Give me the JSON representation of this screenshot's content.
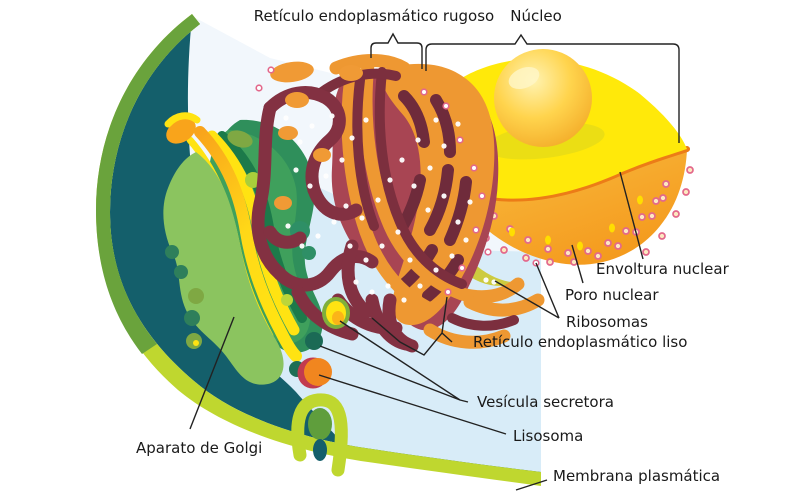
{
  "diagram": {
    "type": "eukaryotic-cell-cutaway-illustration",
    "language": "es",
    "labels": {
      "rer": "Retículo endoplasmático rugoso",
      "nucleo": "Núcleo",
      "envoltura": "Envoltura nuclear",
      "poro": "Poro nuclear",
      "ribosomas": "Ribosomas",
      "rel": "Retículo endoplasmático liso",
      "vesicula": "Vesícula secretora",
      "lisosoma": "Lisosoma",
      "membrana": "Membrana plasmática",
      "golgi": "Aparato de Golgi"
    },
    "colors": {
      "membrane_outer_green": "#6aa33c",
      "membrane_outer_lime": "#bfd72f",
      "membrane_inner_teal": "#145f6b",
      "cytoplasm_light": "#f2f7fc",
      "cytoplasm_blue": "#d8ecf8",
      "golgi_light_green": "#8bc45f",
      "golgi_green": "#3fa05c",
      "golgi_dark_green": "#1c7a4a",
      "golgi_yellow": "#ffe312",
      "golgi_orange": "#f9a41b",
      "er_maroon": "#7c2f3e",
      "er_crimson": "#a84553",
      "er_orange": "#ee9832",
      "ribosome_dot": "#ffffff",
      "pore_pink": "#e3688b",
      "nucleus_top_yellow": "#ffe90a",
      "nucleus_dome_amber": "#f6a826",
      "nucleus_rim_orange": "#ec7c17",
      "lysosome_orange": "#f1861f",
      "lysosome_red": "#c23b4f",
      "leader_line": "#222222"
    }
  }
}
